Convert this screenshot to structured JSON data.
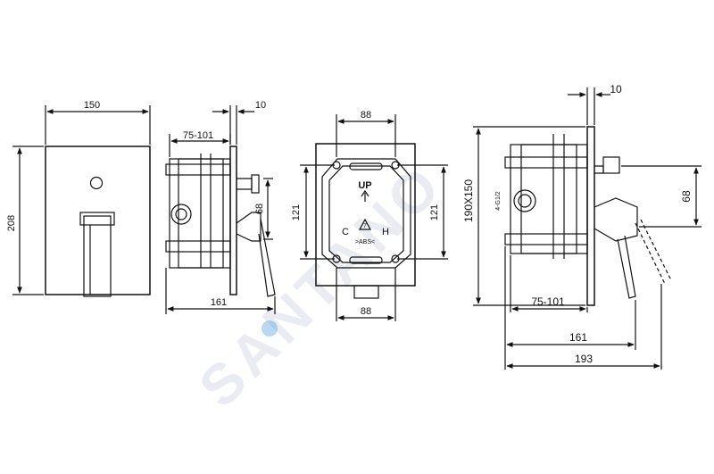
{
  "watermark": "SANTANO",
  "colors": {
    "line": "#111111",
    "watermark": "#e9edf2",
    "accent_drop": "#3a8fd6"
  },
  "views": {
    "front": {
      "dims": {
        "width": "150",
        "height": "208"
      }
    },
    "side_small": {
      "dims": {
        "depth_range": "75-101",
        "plate": "10",
        "offset": "68",
        "total": "161"
      }
    },
    "box": {
      "dims": {
        "top": "88",
        "bottom": "88",
        "left": "121",
        "right": "121"
      },
      "labels": {
        "up": "UP",
        "cold": "C",
        "hot": "H",
        "material": ">ABS<",
        "recycle": "7"
      }
    },
    "side_large": {
      "dims": {
        "plate": "10",
        "plate_size": "190X150",
        "offset": "68",
        "depth_range": "75-101",
        "depth": "161",
        "total": "193",
        "thread": "4-G1/2"
      }
    }
  }
}
